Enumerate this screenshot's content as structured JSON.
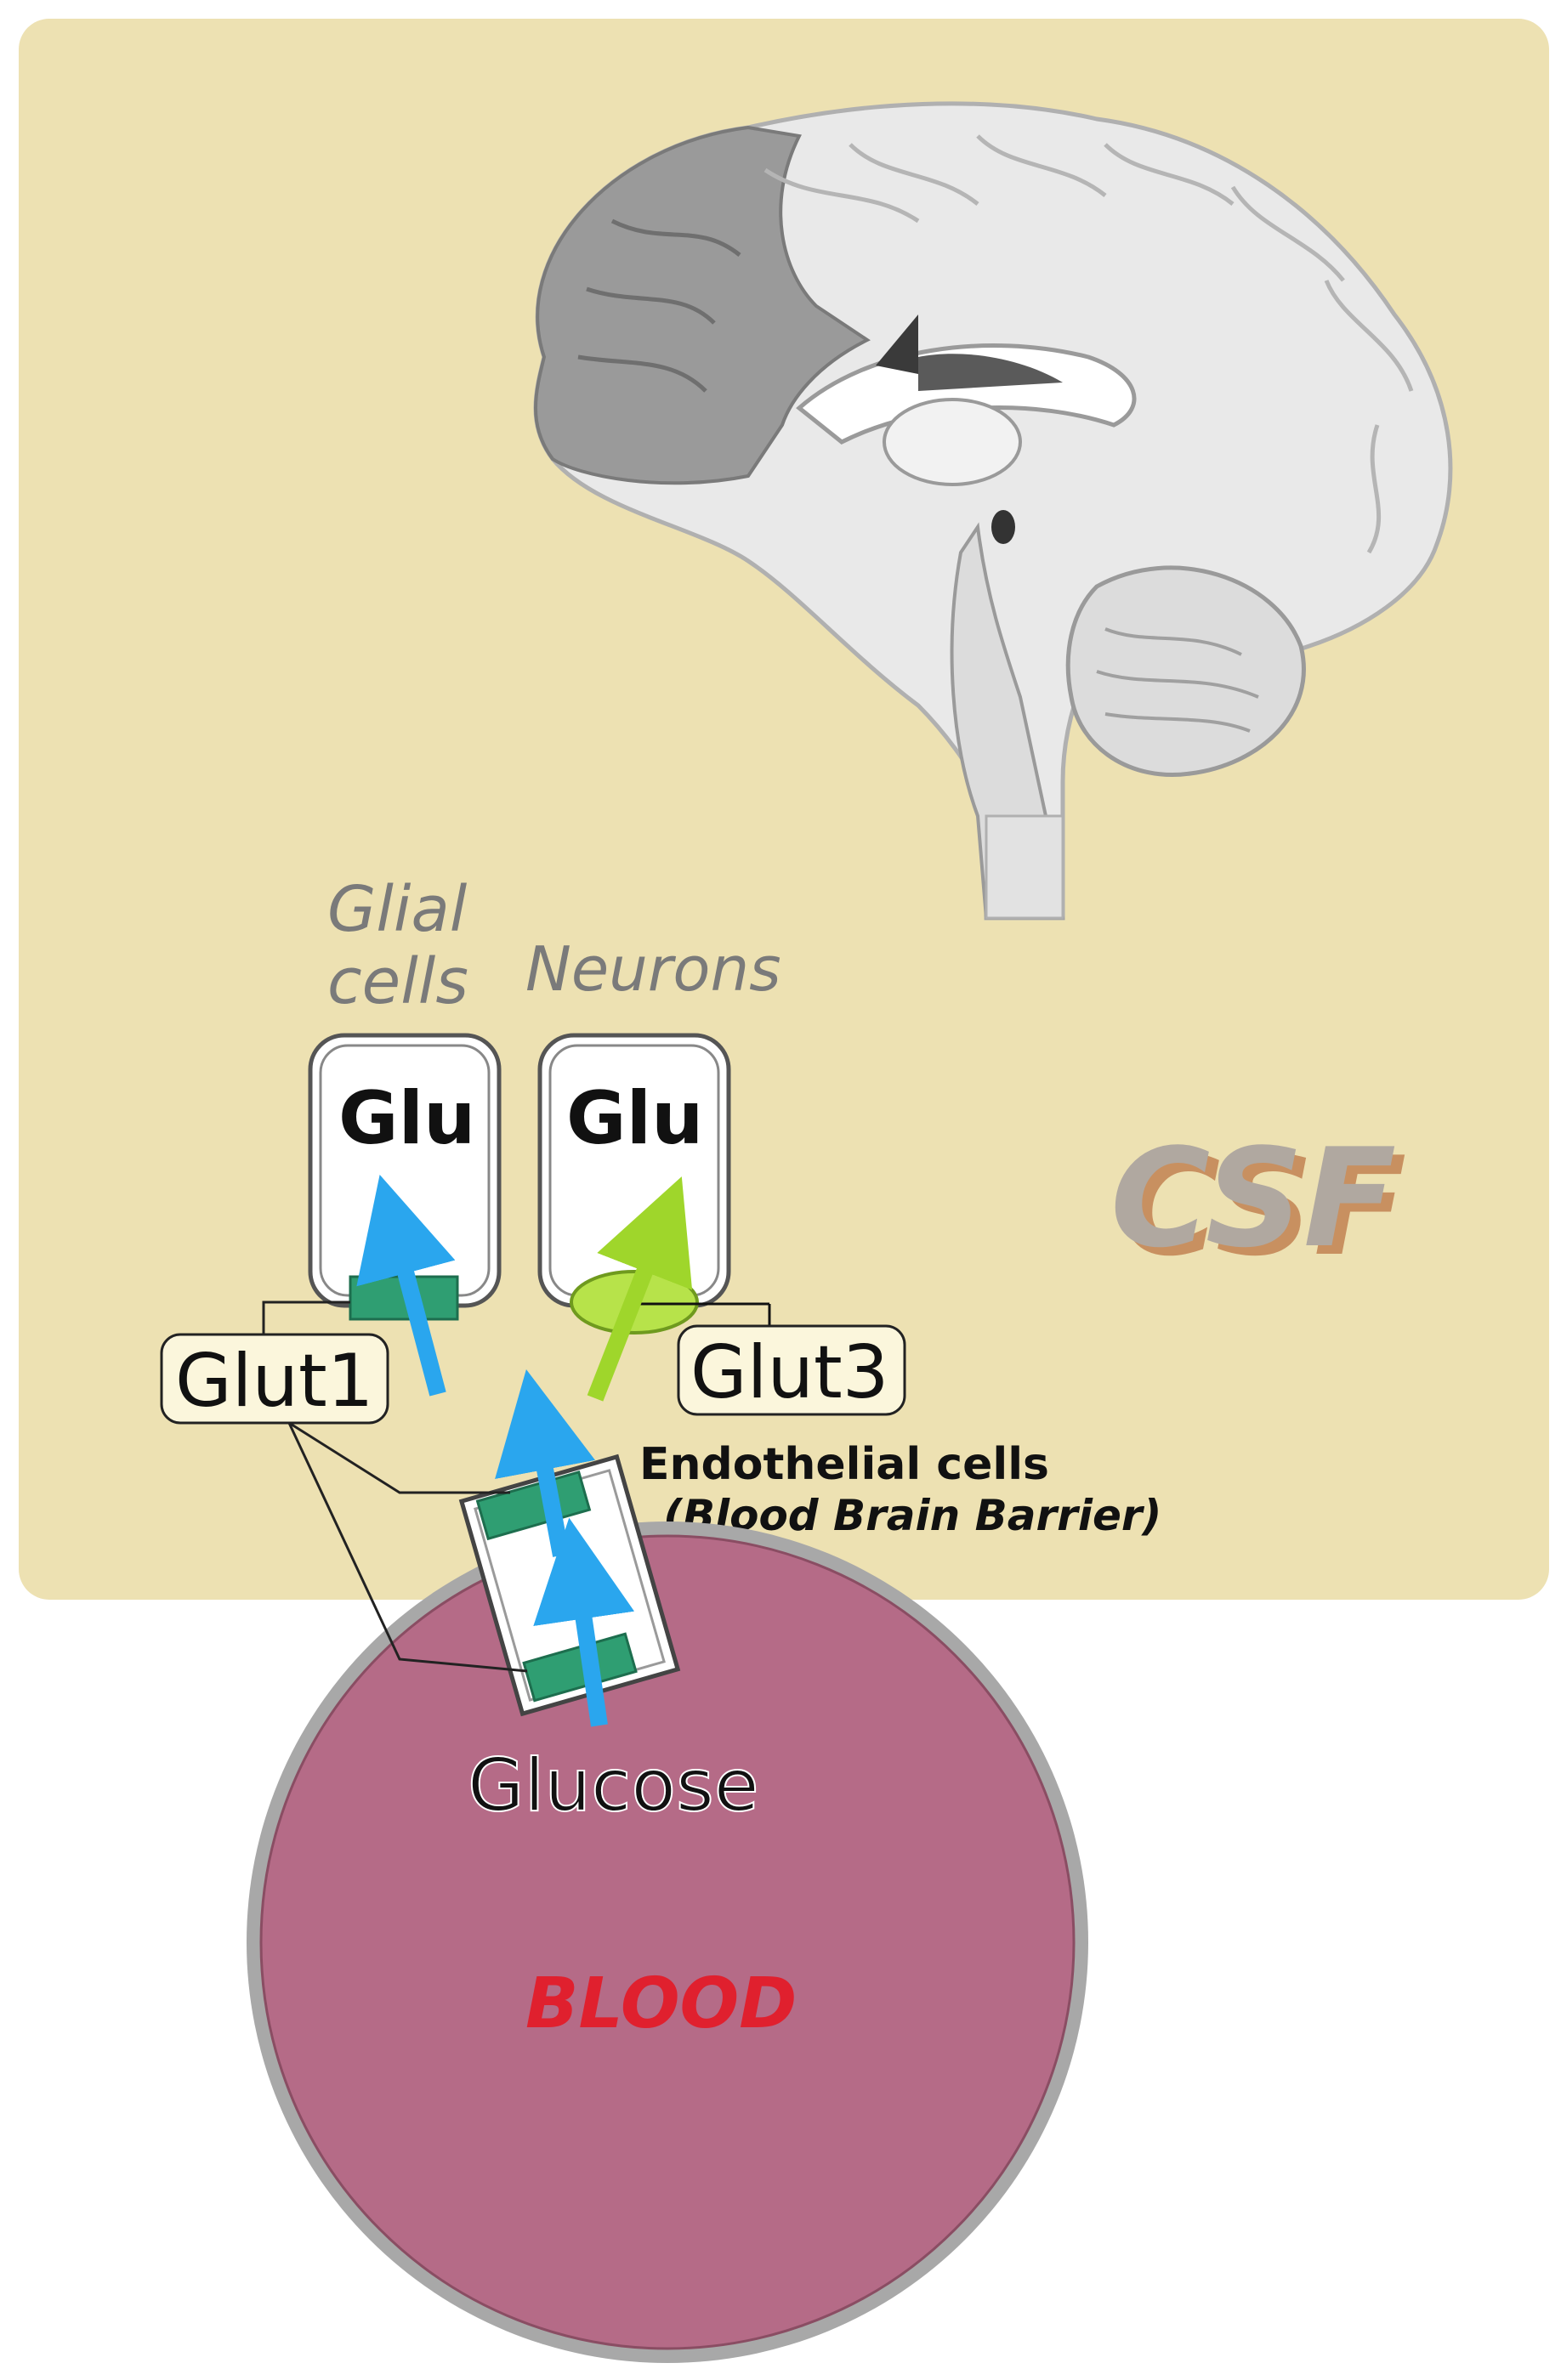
{
  "labels": {
    "glial_cells_line1": "Glial",
    "glial_cells_line2": "cells",
    "neurons": "Neurons",
    "glu_glial": "Glu",
    "glu_neuron": "Glu",
    "csf": "CSF",
    "glut1": "Glut1",
    "glut3": "Glut3",
    "endothelial_line1": "Endothelial cells",
    "endothelial_line2": "(Blood Brain Barrier)",
    "glucose": "Glucose",
    "blood": "BLOOD"
  },
  "colors": {
    "csf_background": "#ede1b2",
    "blood": "#b56b87",
    "blood_membrane": "#a8a8a8",
    "glut1_transporter": "#2f9e72",
    "glut3_transporter": "#b7e34a",
    "glucose_arrow_blue": "#2aa6ee",
    "glucose_arrow_green": "#9fd62b",
    "blood_label": "#e0202e",
    "csf_label_front": "#b0a8a0",
    "csf_label_shadow": "#c89060",
    "brain_gray": "#d8d8d8",
    "brain_dark_region": "#9a9a9a"
  }
}
